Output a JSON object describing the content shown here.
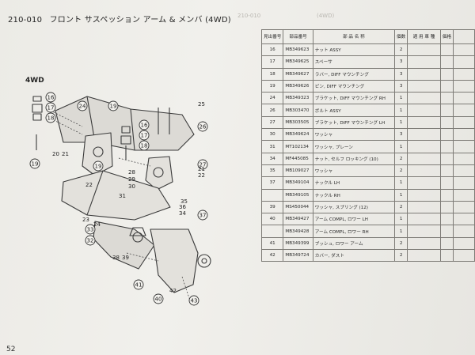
{
  "header": {
    "section_code": "210-010",
    "title": "フロント サスペッション アーム & メンバ (4WD)"
  },
  "diagram": {
    "variant_label": "4WD",
    "callouts": [
      "16",
      "17",
      "18",
      "19",
      "20",
      "21",
      "22",
      "23",
      "24",
      "25",
      "26",
      "27",
      "28",
      "29",
      "30",
      "31",
      "32",
      "33",
      "34",
      "35",
      "36",
      "37",
      "38",
      "39",
      "40",
      "41",
      "42",
      "43"
    ]
  },
  "page_number": "52",
  "table": {
    "headers": {
      "ref": "見出番号",
      "part_number": "部品番号",
      "name": "部 品 名 称",
      "qty": "個数",
      "application": "適 用 車 種",
      "price": "価格"
    },
    "rows": [
      {
        "ref": "16",
        "part_number": "MB349623",
        "name": "ナット ASSY",
        "qty": "2"
      },
      {
        "ref": "17",
        "part_number": "MB349625",
        "name": "スペーサ",
        "qty": "3"
      },
      {
        "ref": "18",
        "part_number": "MB349627",
        "name": "ラバー, DIFF マウンチング",
        "qty": "3"
      },
      {
        "ref": "19",
        "part_number": "MB349626",
        "name": "ピン, DIFF マウンチング",
        "qty": "3"
      },
      {
        "ref": "24",
        "part_number": "MB349323",
        "name": "ブラケット, DIFF マウンチング RH",
        "qty": "1"
      },
      {
        "ref": "26",
        "part_number": "MB303470",
        "name": "ボルト ASSY",
        "qty": "1"
      },
      {
        "ref": "27",
        "part_number": "MB303505",
        "name": "ブラケット, DIFF マウンチング LH",
        "qty": "1"
      },
      {
        "ref": "30",
        "part_number": "MB349624",
        "name": "ワッシャ",
        "qty": "3"
      },
      {
        "ref": "31",
        "part_number": "MT102134",
        "name": "ワッシャ, プレーン",
        "qty": "1"
      },
      {
        "ref": "34",
        "part_number": "MF445085",
        "name": "ナット, セルフ ロッキング (10)",
        "qty": "2"
      },
      {
        "ref": "35",
        "part_number": "MB109027",
        "name": "ワッシャ",
        "qty": "2"
      },
      {
        "ref": "37",
        "part_number": "MB349104",
        "name": "ナックル LH",
        "qty": "1"
      },
      {
        "ref": "",
        "part_number": "MB349105",
        "name": "ナックル RH",
        "qty": "1"
      },
      {
        "ref": "39",
        "part_number": "MS450044",
        "name": "ワッシャ, スプリング (12)",
        "qty": "2"
      },
      {
        "ref": "40",
        "part_number": "MB349427",
        "name": "アーム COMPL, ロワー LH",
        "qty": "1"
      },
      {
        "ref": "",
        "part_number": "MB349428",
        "name": "アーム COMPL, ロワー RH",
        "qty": "1"
      },
      {
        "ref": "41",
        "part_number": "MB349399",
        "name": "ブッシュ, ロワー アーム",
        "qty": "2"
      },
      {
        "ref": "42",
        "part_number": "MB349724",
        "name": "カバー, ダスト",
        "qty": "2"
      }
    ]
  }
}
